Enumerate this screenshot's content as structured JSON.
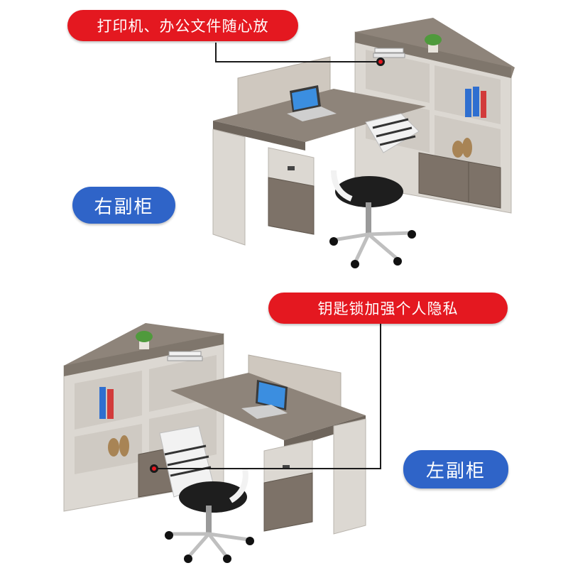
{
  "top_callout": "打印机、办公文件随心放",
  "top_label": "右副柜",
  "bottom_callout": "钥匙锁加强个人隐私",
  "bottom_label": "左副柜",
  "colors": {
    "callout_red": "#e41820",
    "label_blue": "#2f64c8",
    "wood": "#8a8178",
    "panel": "#d9d5cf"
  }
}
